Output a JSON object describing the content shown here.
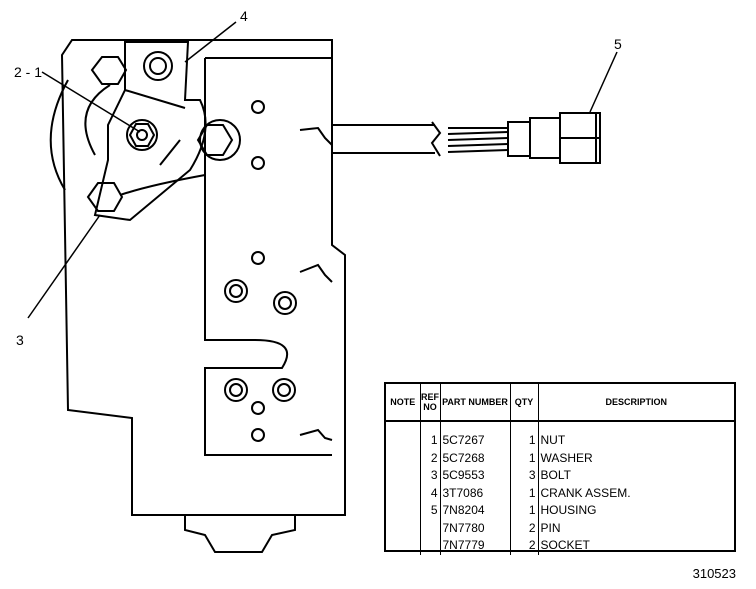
{
  "callouts": {
    "c2_1": "2 - 1",
    "c3": "3",
    "c4": "4",
    "c5": "5"
  },
  "parts_table": {
    "headers": {
      "note": "NOTE",
      "ref_no": "REF NO",
      "part_number": "PART NUMBER",
      "qty": "QTY",
      "description": "DESCRIPTION"
    },
    "rows": [
      {
        "note": "",
        "ref": "1",
        "part": "5C7267",
        "qty": "1",
        "desc": "NUT"
      },
      {
        "note": "",
        "ref": "2",
        "part": "5C7268",
        "qty": "1",
        "desc": "WASHER"
      },
      {
        "note": "",
        "ref": "3",
        "part": "5C9553",
        "qty": "3",
        "desc": "BOLT"
      },
      {
        "note": "",
        "ref": "4",
        "part": "3T7086",
        "qty": "1",
        "desc": "CRANK ASSEM."
      },
      {
        "note": "",
        "ref": "5",
        "part": "7N8204",
        "qty": "1",
        "desc": "HOUSING"
      },
      {
        "note": "",
        "ref": "",
        "part": "7N7780",
        "qty": "2",
        "desc": "PIN"
      },
      {
        "note": "",
        "ref": "",
        "part": "7N7779",
        "qty": "2",
        "desc": "SOCKET"
      }
    ]
  },
  "figure_number": "310523",
  "colors": {
    "ink": "#000000",
    "paper": "#ffffff"
  }
}
